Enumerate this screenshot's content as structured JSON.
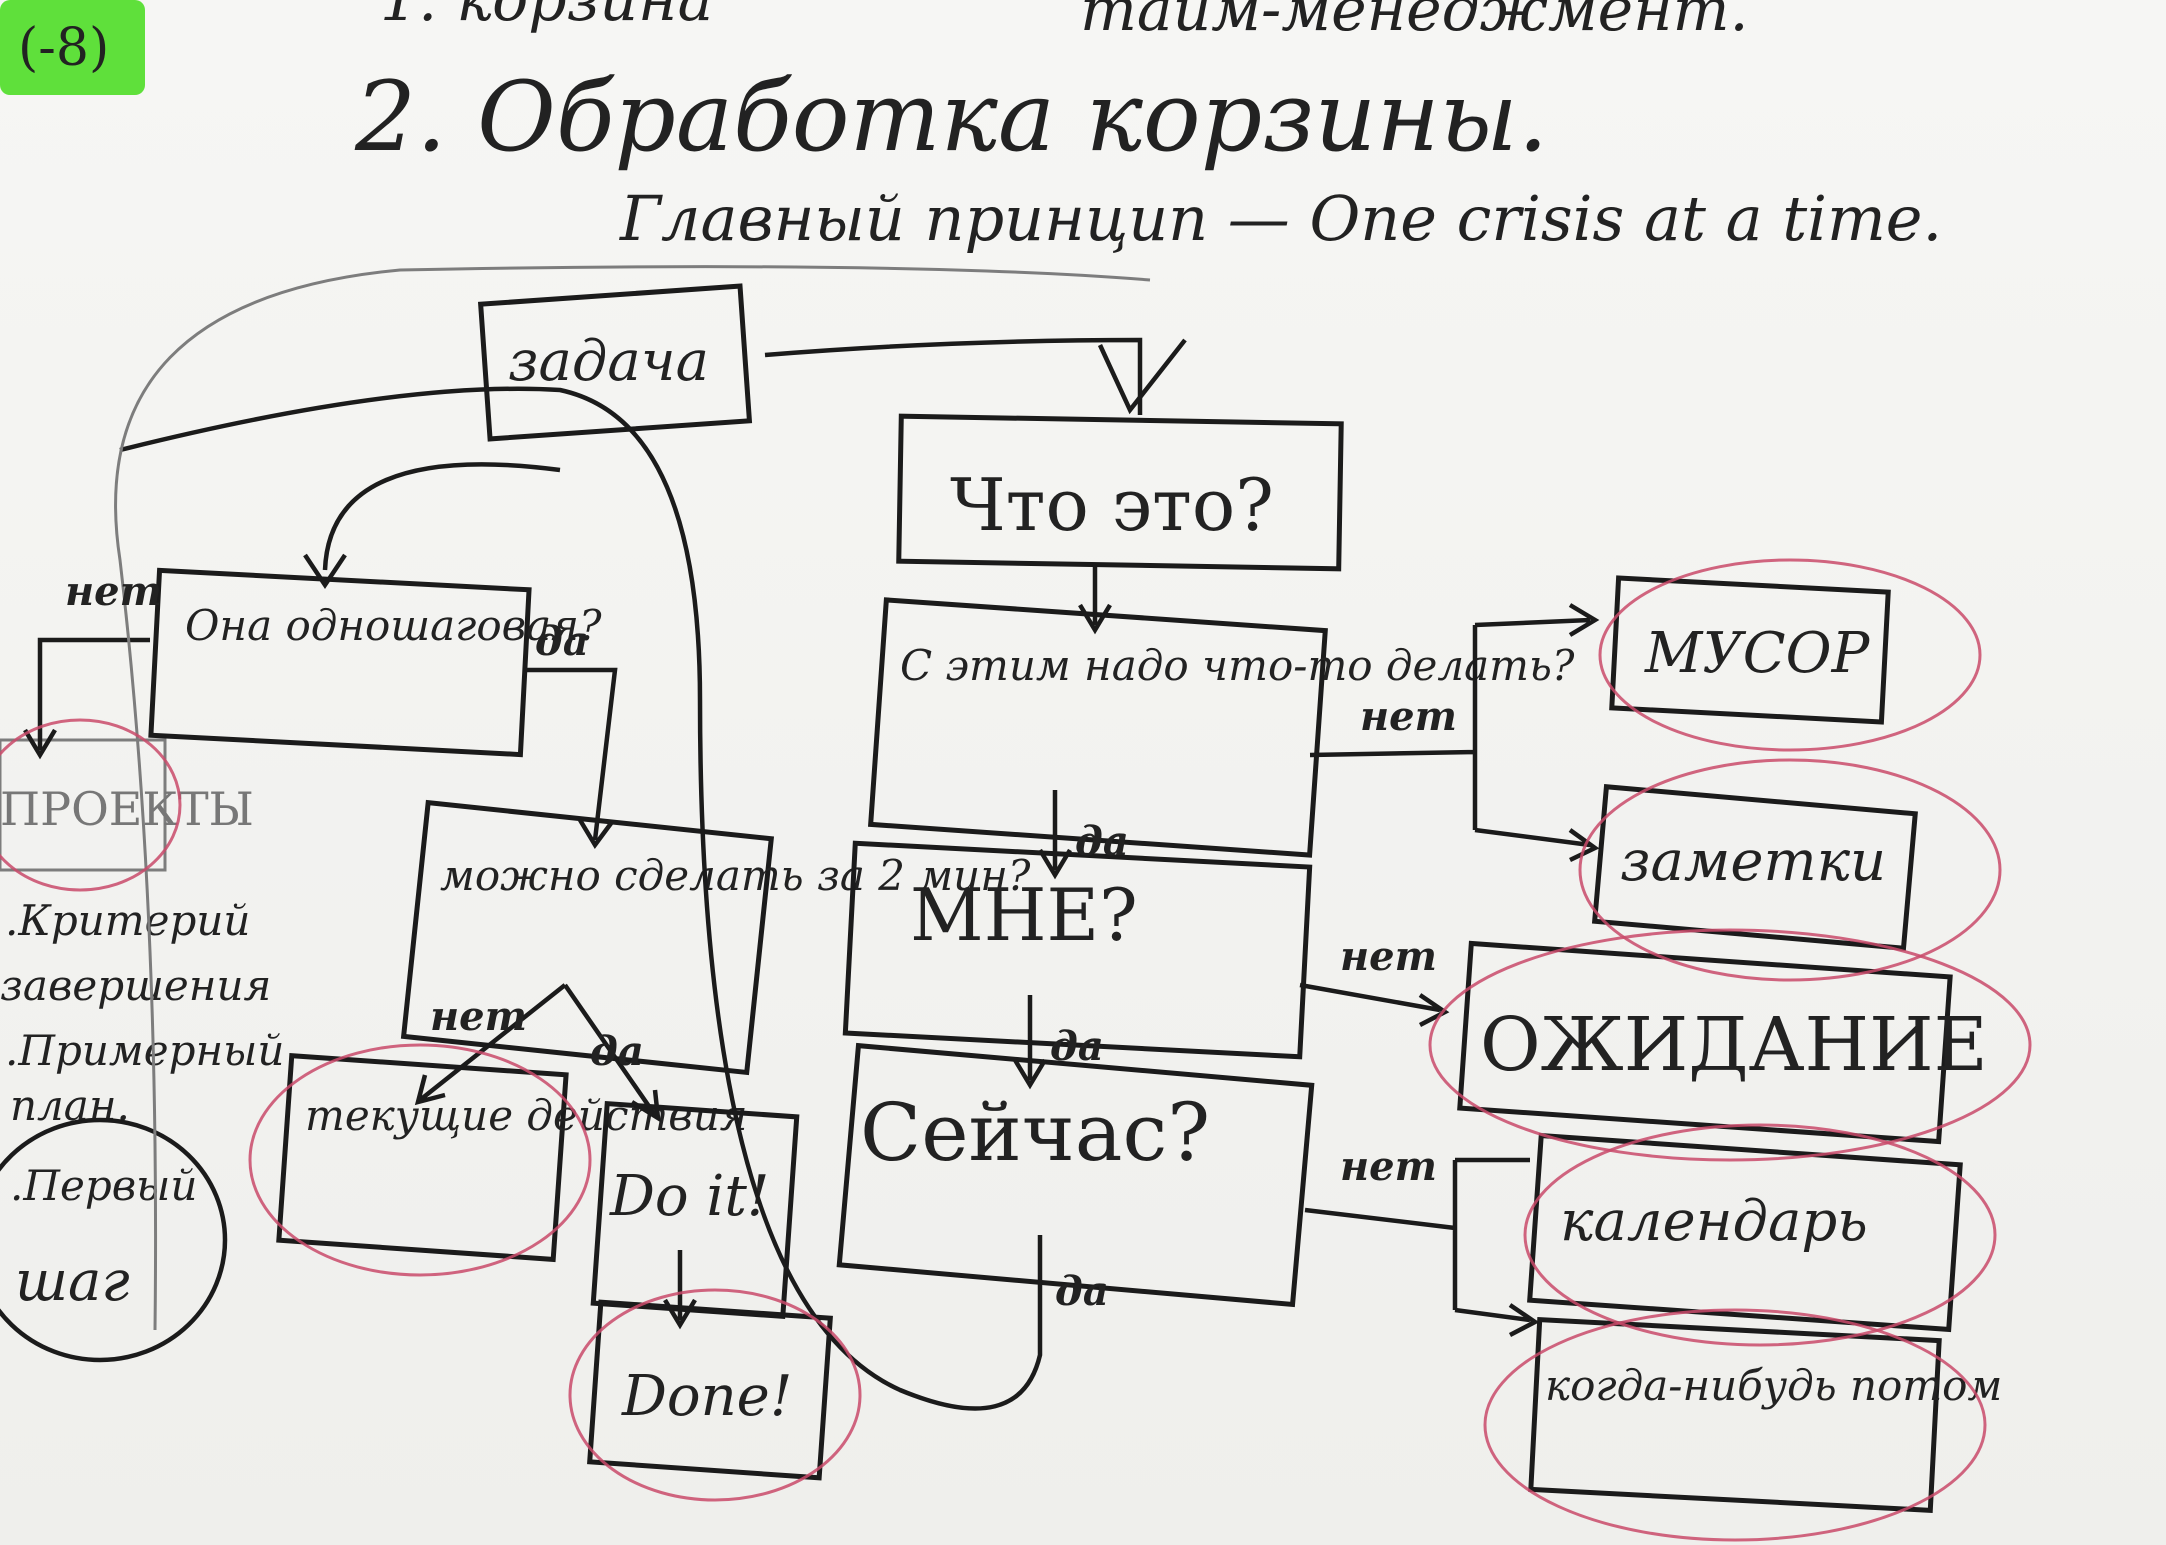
{
  "header": {
    "top_left_cut": "1. корзина",
    "top_right_cut": "тайм-менеджмент.",
    "title": "2. Обработка корзины.",
    "subtitle": "Главный принцип — One crisis at a time."
  },
  "badge": {
    "text": "(-8)",
    "color": "#5fe03b"
  },
  "nodes": {
    "task": "задача",
    "what": "Что это?",
    "one_step": "Она одношаговая?",
    "need_do": "С этим надо что-то делать?",
    "two_min": "можно сделать за 2 мин?",
    "me": "МНЕ?",
    "now": "Сейчас?",
    "trash": "МУСОР",
    "notes": "заметки",
    "waiting": "ОЖИДАНИЕ",
    "calendar": "календарь",
    "someday": "когда-нибудь потом",
    "current": "текущие действия",
    "doit": "Do it!",
    "done": "Done!",
    "projects": "ПРОЕКТЫ"
  },
  "side_notes": {
    "line1": ".Критерий",
    "line2": "завершения",
    "line3": ".Примерный",
    "line4": "план.",
    "line5": ".Первый",
    "line6": "шаг"
  },
  "edge_labels": {
    "net": "нет",
    "da": "да"
  },
  "colors": {
    "ink": "#1b1b1b",
    "marker_pink": "#c94a6a"
  }
}
